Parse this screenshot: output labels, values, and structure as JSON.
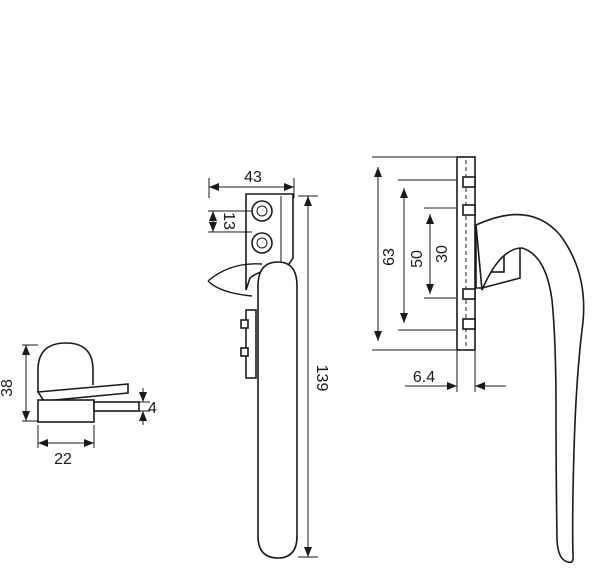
{
  "dimensions": {
    "side_view_height": "38",
    "side_view_width": "22",
    "side_view_spindle": "4",
    "base_width": "43",
    "screw_pitch": "13",
    "handle_length": "139",
    "plate_outer": "63",
    "plate_middle": "50",
    "plate_inner": "30",
    "offset": "6.4"
  },
  "colors": {
    "line": "#1a1a1a",
    "background": "#ffffff"
  }
}
